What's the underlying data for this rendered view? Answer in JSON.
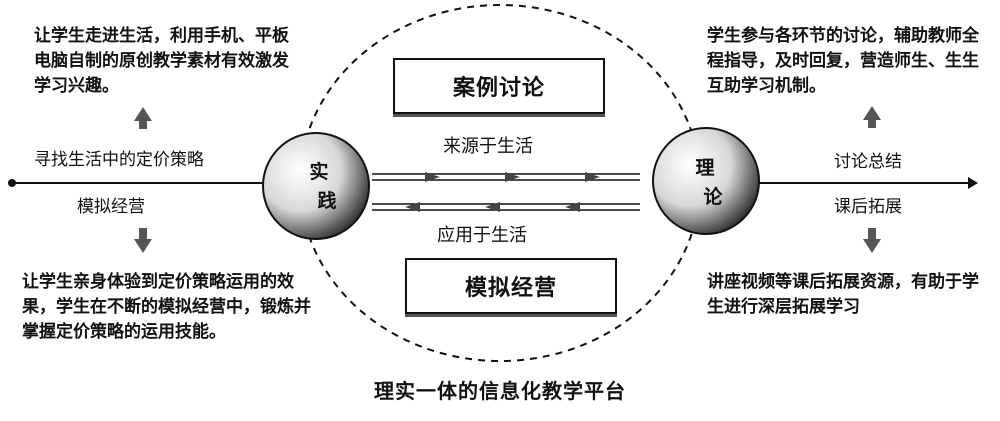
{
  "caption": "理实一体的信息化教学平台",
  "left": {
    "top_text": "让学生走进生活，利用手机、平板电脑自制的原创教学素材有效激发学习兴趣。",
    "upper_label": "寻找生活中的定价策略",
    "lower_label": "模拟经营",
    "bottom_text": "让学生亲身体验到定价策略运用的效果，学生在不断的模拟经营中，锻炼并掌握定价策略的运用技能。"
  },
  "right": {
    "top_text": "学生参与各环节的讨论，辅助教师全程指导，及时回复，营造师生、生生互助学习机制。",
    "upper_label": "讨论总结",
    "lower_label": "课后拓展",
    "bottom_text": "讲座视频等课后拓展资源，有助于学生进行深层拓展学习"
  },
  "center": {
    "top_box": "案例讨论",
    "bottom_box": "模拟经营",
    "arrow_top_label": "来源于生活",
    "arrow_bottom_label": "应用于生活",
    "left_node": [
      "实",
      "践"
    ],
    "right_node": [
      "理",
      "论"
    ]
  }
}
